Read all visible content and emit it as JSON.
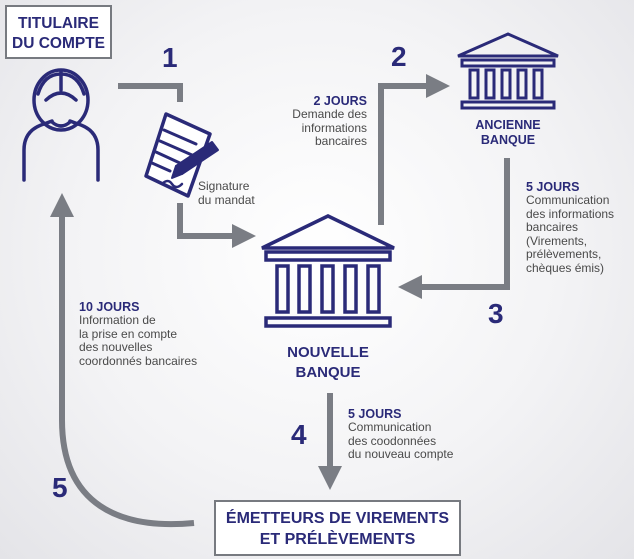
{
  "titulaire": {
    "line1": "TITULAIRE",
    "line2": "DU COMPTE"
  },
  "emetteurs": {
    "line1": "ÉMETTEURS DE VIREMENTS",
    "line2": "ET PRÉLÈVEMENTS"
  },
  "ancienne_banque": {
    "line1": "ANCIENNE",
    "line2": "BANQUE"
  },
  "nouvelle_banque": {
    "line1": "NOUVELLE",
    "line2": "BANQUE"
  },
  "steps": [
    {
      "number": "1",
      "days": "",
      "lines": [
        "Signature",
        "du mandat"
      ]
    },
    {
      "number": "2",
      "days": "2 JOURS",
      "lines": [
        "Demande des",
        "informations",
        "bancaires"
      ]
    },
    {
      "number": "3",
      "days": "5 JOURS",
      "lines": [
        "Communication",
        "des informations",
        "bancaires",
        "(Virements,",
        "prélèvements,",
        "chèques émis)"
      ]
    },
    {
      "number": "4",
      "days": "5 JOURS",
      "lines": [
        "Communication",
        "des coodonnées",
        "du nouveau compte"
      ]
    },
    {
      "number": "5",
      "days": "10 JOURS",
      "lines": [
        "Information de",
        "la prise en compte",
        "des nouvelles",
        "coordonnés bancaires"
      ]
    }
  ],
  "icons": {
    "person": "person-icon",
    "document": "signed-document-icon",
    "bank": "bank-building-icon"
  },
  "colors": {
    "navy": "#2a2a78",
    "arrow": "#7a7d84",
    "text": "#4a4a4a"
  }
}
